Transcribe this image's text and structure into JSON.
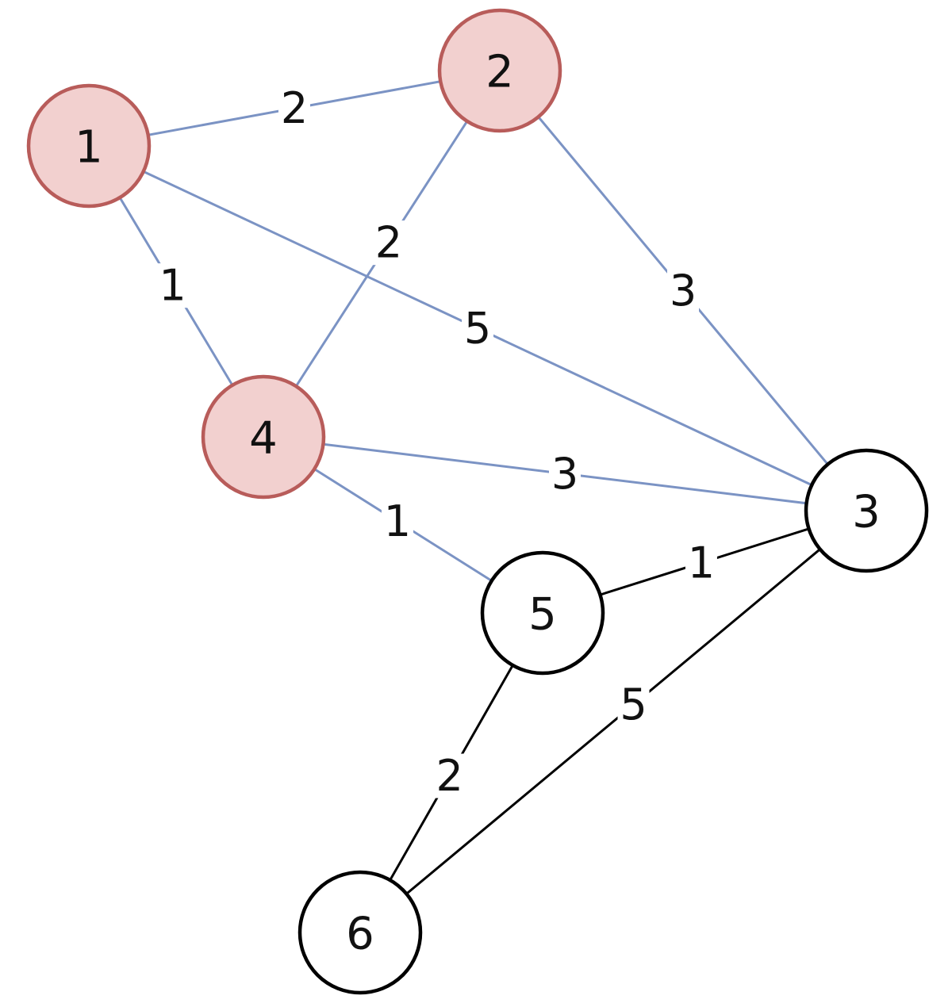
{
  "colors": {
    "background": "#ffffff",
    "highlight_fill": "#f2d0cf",
    "highlight_stroke": "#b85c5a",
    "normal_fill": "#ffffff",
    "normal_stroke": "#000000",
    "highlight_edge": "#7b93c4",
    "normal_edge": "#000000"
  },
  "nodes": [
    {
      "id": "1",
      "label": "1",
      "highlighted": true
    },
    {
      "id": "2",
      "label": "2",
      "highlighted": true
    },
    {
      "id": "3",
      "label": "3",
      "highlighted": false
    },
    {
      "id": "4",
      "label": "4",
      "highlighted": true
    },
    {
      "id": "5",
      "label": "5",
      "highlighted": false
    },
    {
      "id": "6",
      "label": "6",
      "highlighted": false
    }
  ],
  "edges": [
    {
      "source": "1",
      "target": "2",
      "weight": "2",
      "highlighted": true
    },
    {
      "source": "1",
      "target": "4",
      "weight": "1",
      "highlighted": true
    },
    {
      "source": "1",
      "target": "3",
      "weight": "5",
      "highlighted": true
    },
    {
      "source": "2",
      "target": "4",
      "weight": "2",
      "highlighted": true
    },
    {
      "source": "2",
      "target": "3",
      "weight": "3",
      "highlighted": true
    },
    {
      "source": "4",
      "target": "3",
      "weight": "3",
      "highlighted": true
    },
    {
      "source": "4",
      "target": "5",
      "weight": "1",
      "highlighted": true
    },
    {
      "source": "5",
      "target": "3",
      "weight": "1",
      "highlighted": false
    },
    {
      "source": "5",
      "target": "6",
      "weight": "2",
      "highlighted": false
    },
    {
      "source": "3",
      "target": "6",
      "weight": "5",
      "highlighted": false
    }
  ]
}
